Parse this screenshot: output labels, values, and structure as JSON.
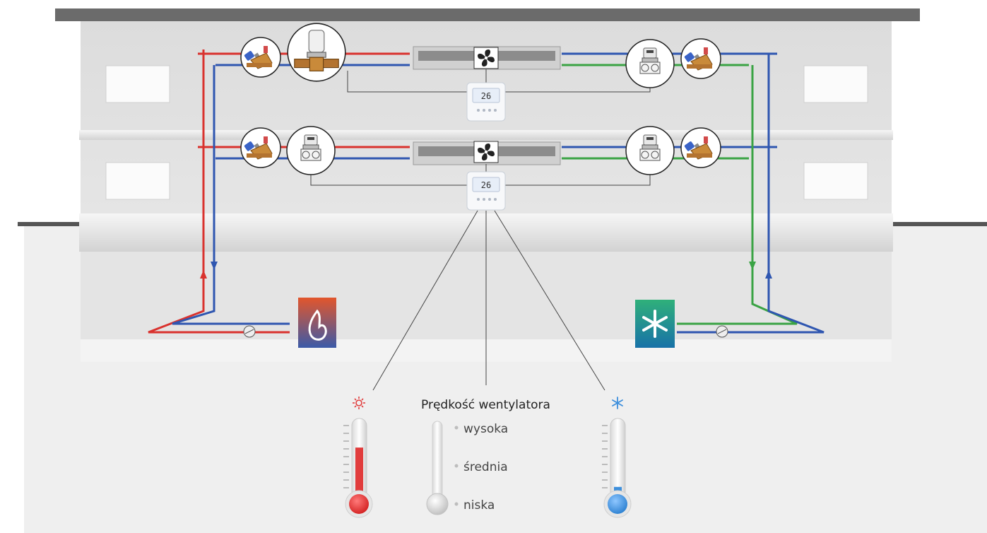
{
  "fan_speed": {
    "title": "Prędkość wentylatora",
    "levels": [
      "wysoka",
      "średnia",
      "niska"
    ],
    "current_level": "niska"
  },
  "thermostat_display": "26",
  "thermometers": {
    "heating_fill_fraction": 0.68,
    "cooling_fill_fraction": 0.2
  },
  "colors": {
    "supply_hot": "#d9322e",
    "return": "#2f56b0",
    "supply_cold": "#3aa344",
    "heat_source": "#d2452f",
    "cool_source": "#1d9a7a",
    "thermo_red": "#e13c3c",
    "thermo_blue": "#3d8fdc"
  },
  "icons": {
    "heat_source": "flame-icon",
    "cool_source": "snowflake-icon",
    "fan": "fan-icon",
    "heat_symbol": "sun-icon",
    "cool_symbol": "snowflake-icon"
  }
}
